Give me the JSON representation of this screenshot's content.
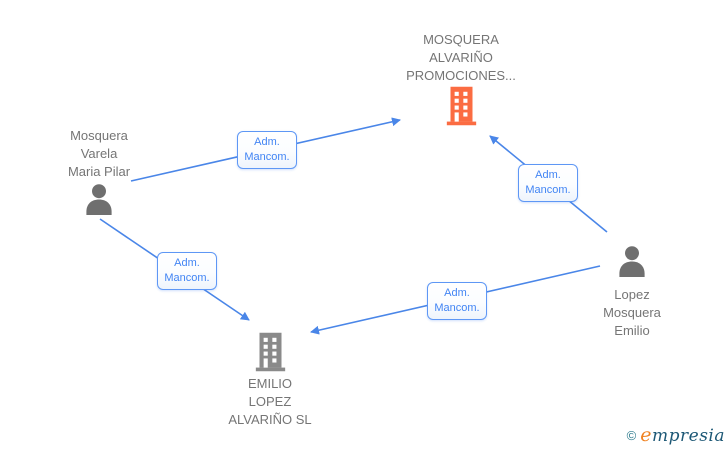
{
  "diagram": {
    "nodes": {
      "company_top": {
        "type": "company",
        "lines": [
          "MOSQUERA",
          "ALVARIÑO",
          "PROMOCIONES..."
        ],
        "icon": "building-icon",
        "icon_color": "#fb6c42"
      },
      "person_left": {
        "type": "person",
        "lines": [
          "Mosquera",
          "Varela",
          "Maria Pilar"
        ],
        "icon": "person-icon",
        "icon_color": "#6f6f6f"
      },
      "person_right": {
        "type": "person",
        "lines": [
          "Lopez",
          "Mosquera",
          "Emilio"
        ],
        "icon": "person-icon",
        "icon_color": "#6f6f6f"
      },
      "company_bottom": {
        "type": "company",
        "lines": [
          "EMILIO",
          "LOPEZ",
          "ALVARIÑO SL"
        ],
        "icon": "building-icon",
        "icon_color": "#8a8a8a"
      }
    },
    "edges": [
      {
        "from": "person_left",
        "to": "company_top",
        "label_lines": [
          "Adm.",
          "Mancom."
        ]
      },
      {
        "from": "person_right",
        "to": "company_top",
        "label_lines": [
          "Adm.",
          "Mancom."
        ]
      },
      {
        "from": "person_left",
        "to": "company_bottom",
        "label_lines": [
          "Adm.",
          "Mancom."
        ]
      },
      {
        "from": "person_right",
        "to": "company_bottom",
        "label_lines": [
          "Adm.",
          "Mancom."
        ]
      }
    ]
  },
  "colors": {
    "arrow_blue": "#4a86e8",
    "edge_label_text": "#4285f4",
    "edge_label_border": "#5e97f5",
    "node_text_gray": "#757575",
    "person_icon_gray": "#6f6f6f",
    "building_gray": "#8a8a8a",
    "building_orange": "#fb6c42",
    "watermark_teal": "#1d5876",
    "watermark_orange": "#f08221"
  },
  "watermark": {
    "copyright": "©",
    "brand_first_letter": "e",
    "brand_rest": "mpresia"
  }
}
